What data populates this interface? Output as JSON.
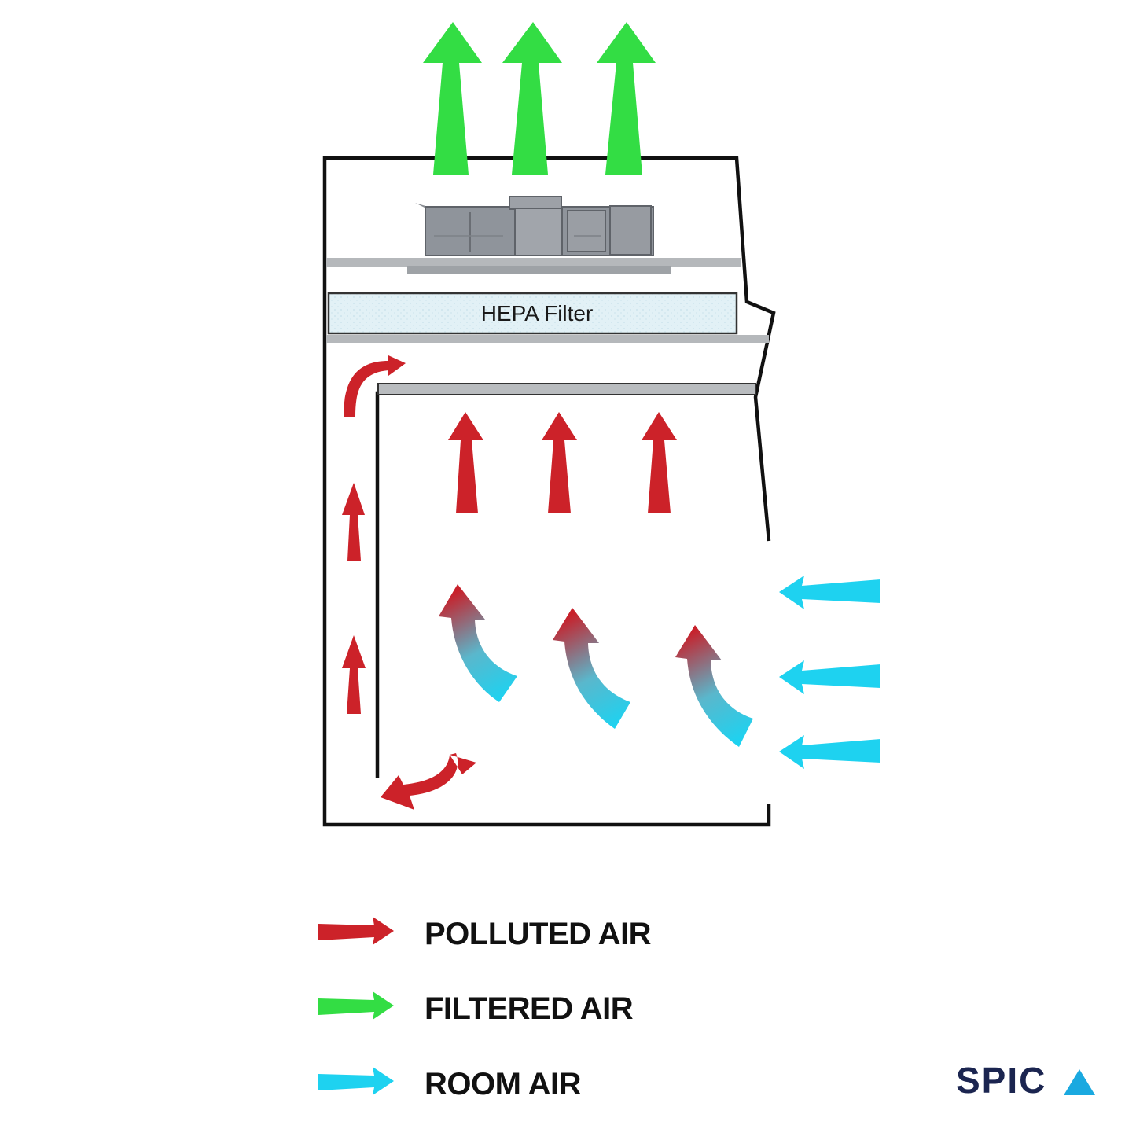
{
  "diagram": {
    "hepa_label": "HEPA Filter",
    "legend": [
      {
        "label": "POLLUTED AIR",
        "color": "#cc2229"
      },
      {
        "label": "FILTERED AIR",
        "color": "#33dd44"
      },
      {
        "label": "ROOM AIR",
        "color": "#1ed2f0"
      }
    ],
    "brand": {
      "main": "SPIC",
      "accent": "A",
      "main_color": "#1b2550",
      "accent_color": "#1aa9e0"
    },
    "colors": {
      "outline": "#111111",
      "fan": "#8f949b",
      "filter_fill": "#e2f1f6",
      "plate": "#b9bcbf"
    }
  }
}
